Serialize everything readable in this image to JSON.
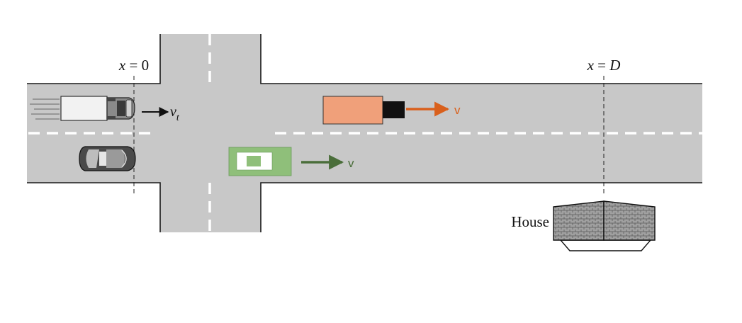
{
  "markers": {
    "origin": {
      "var": "x",
      "eq": " = ",
      "val": "0"
    },
    "end": {
      "var": "x",
      "eq": " = ",
      "val": "D"
    }
  },
  "labels": {
    "truck_velocity_base": "v",
    "truck_velocity_sub": "t",
    "orange_vehicle_velocity": "v",
    "green_vehicle_velocity": "v",
    "house": "House"
  },
  "colors": {
    "road": "#c8c8c8",
    "road_edge": "#1a1a1a",
    "lane_dash": "#ffffff",
    "orange_vehicle": "#f0a07a",
    "orange_arrow": "#d9601c",
    "green_vehicle": "#8fbf7a",
    "green_arrow": "#4a6e3a",
    "house_roof": "#9a9a9a"
  },
  "icons": [
    "truck-icon",
    "car-icon",
    "house-icon"
  ]
}
